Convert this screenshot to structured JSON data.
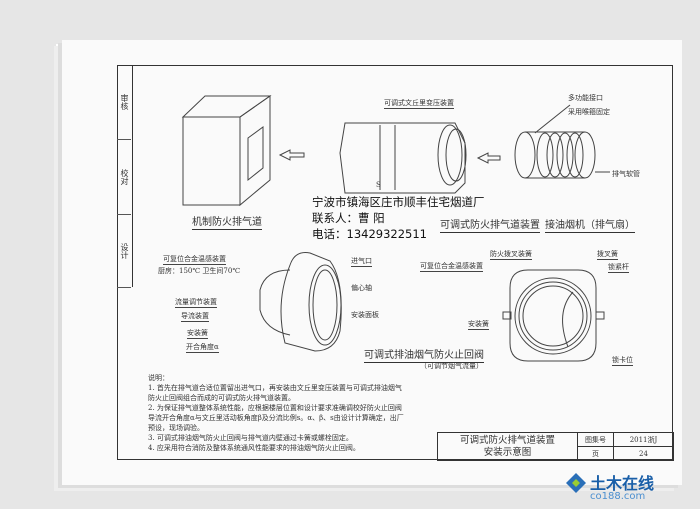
{
  "side_strip": [
    "审核",
    "校对",
    "设计"
  ],
  "top": {
    "duct_caption": "机制防火排气道",
    "device_caption": "可调式防火排气道装置",
    "venturi_label": "可调式文丘里变压装置",
    "s_label": "S",
    "hood_caption": "接油烟机（排气扇）",
    "hood_labels": [
      "多功能接口",
      "采用喉箍固定",
      "排气软管"
    ]
  },
  "watermark": {
    "company": "宁波市镇海区庄市顺丰住宅烟道厂",
    "contact": "联系人：曹 阳",
    "phone": "电话：13429322511"
  },
  "valve": {
    "labels_left": [
      "可复位合金温感装置",
      "厨房：150℃  卫生间70℃",
      "流量调节装置",
      "导流装置",
      "安装簧",
      "开合角度α"
    ],
    "labels_right": [
      "进气口",
      "偏心轴",
      "安装面板"
    ],
    "caption": "可调式排油烟气防火止回阀",
    "subcaption": "（可调节烟气流量）"
  },
  "front": {
    "labels": [
      "防火拨叉装簧",
      "拨叉簧",
      "可复位合金温感装置",
      "锁紧杆",
      "安装簧",
      "锁卡位"
    ]
  },
  "notes": {
    "title": "说明：",
    "items": [
      "1. 首先在排气道合适位置留出进气口，再安装由文丘里变压装置与可调式排油烟气防火止回阀组合而成的可调式防火排气道装置。",
      "2. 为保证排气道整体系统性能，应根据楼层位置和设计要求准确调校好防火止回阀导流开合角度α与文丘里活动板角度β及分流比例s。α、β、s由设计计算确定，出厂预设，现场调验。",
      "3. 可调式排油烟气防火止回阀与排气道内壁通过卡簧或螺栓固定。",
      "4. 应采用符合消防及整体系统通风性能要求的排油烟气防火止回阀。"
    ]
  },
  "title_block": {
    "title1": "可调式防火排气道装置",
    "title2": "安装示意图",
    "atlas_label": "图集号",
    "atlas_no": "2011浙J",
    "page_label": "页",
    "page_no": "24"
  },
  "logo": {
    "text": "土木在线",
    "sub": "co188.com"
  }
}
